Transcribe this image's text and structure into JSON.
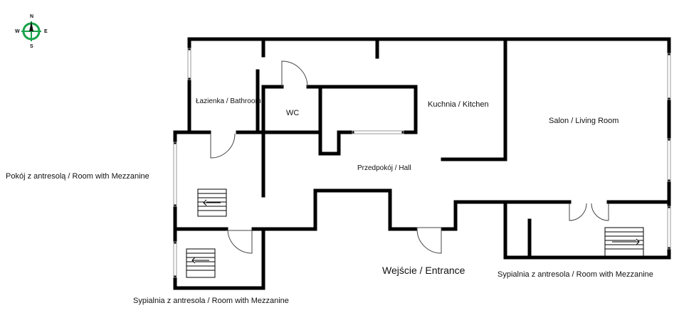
{
  "compass": {
    "north": "N",
    "south": "S",
    "east": "E",
    "west": "W",
    "color": "#1aa34a"
  },
  "rooms": {
    "bathroom": "Łazienka / Bathroom",
    "wc": "WC",
    "kitchen": "Kuchnia / Kitchen",
    "living": "Salon / Living Room",
    "hall": "Przedpokój / Hall",
    "room_mezz": "Pokój z antresolą / Room with Mezzanine",
    "bedroom_mezz_left": "Sypialnia z antresola / Room with Mezzanine",
    "bedroom_mezz_right": "Sypialnia z antresola / Room with Mezzanine",
    "entrance": "Wejście / Entrance"
  },
  "colors": {
    "wall": "#000000",
    "window": "#9a9a9a",
    "accent": "#1aa34a"
  }
}
